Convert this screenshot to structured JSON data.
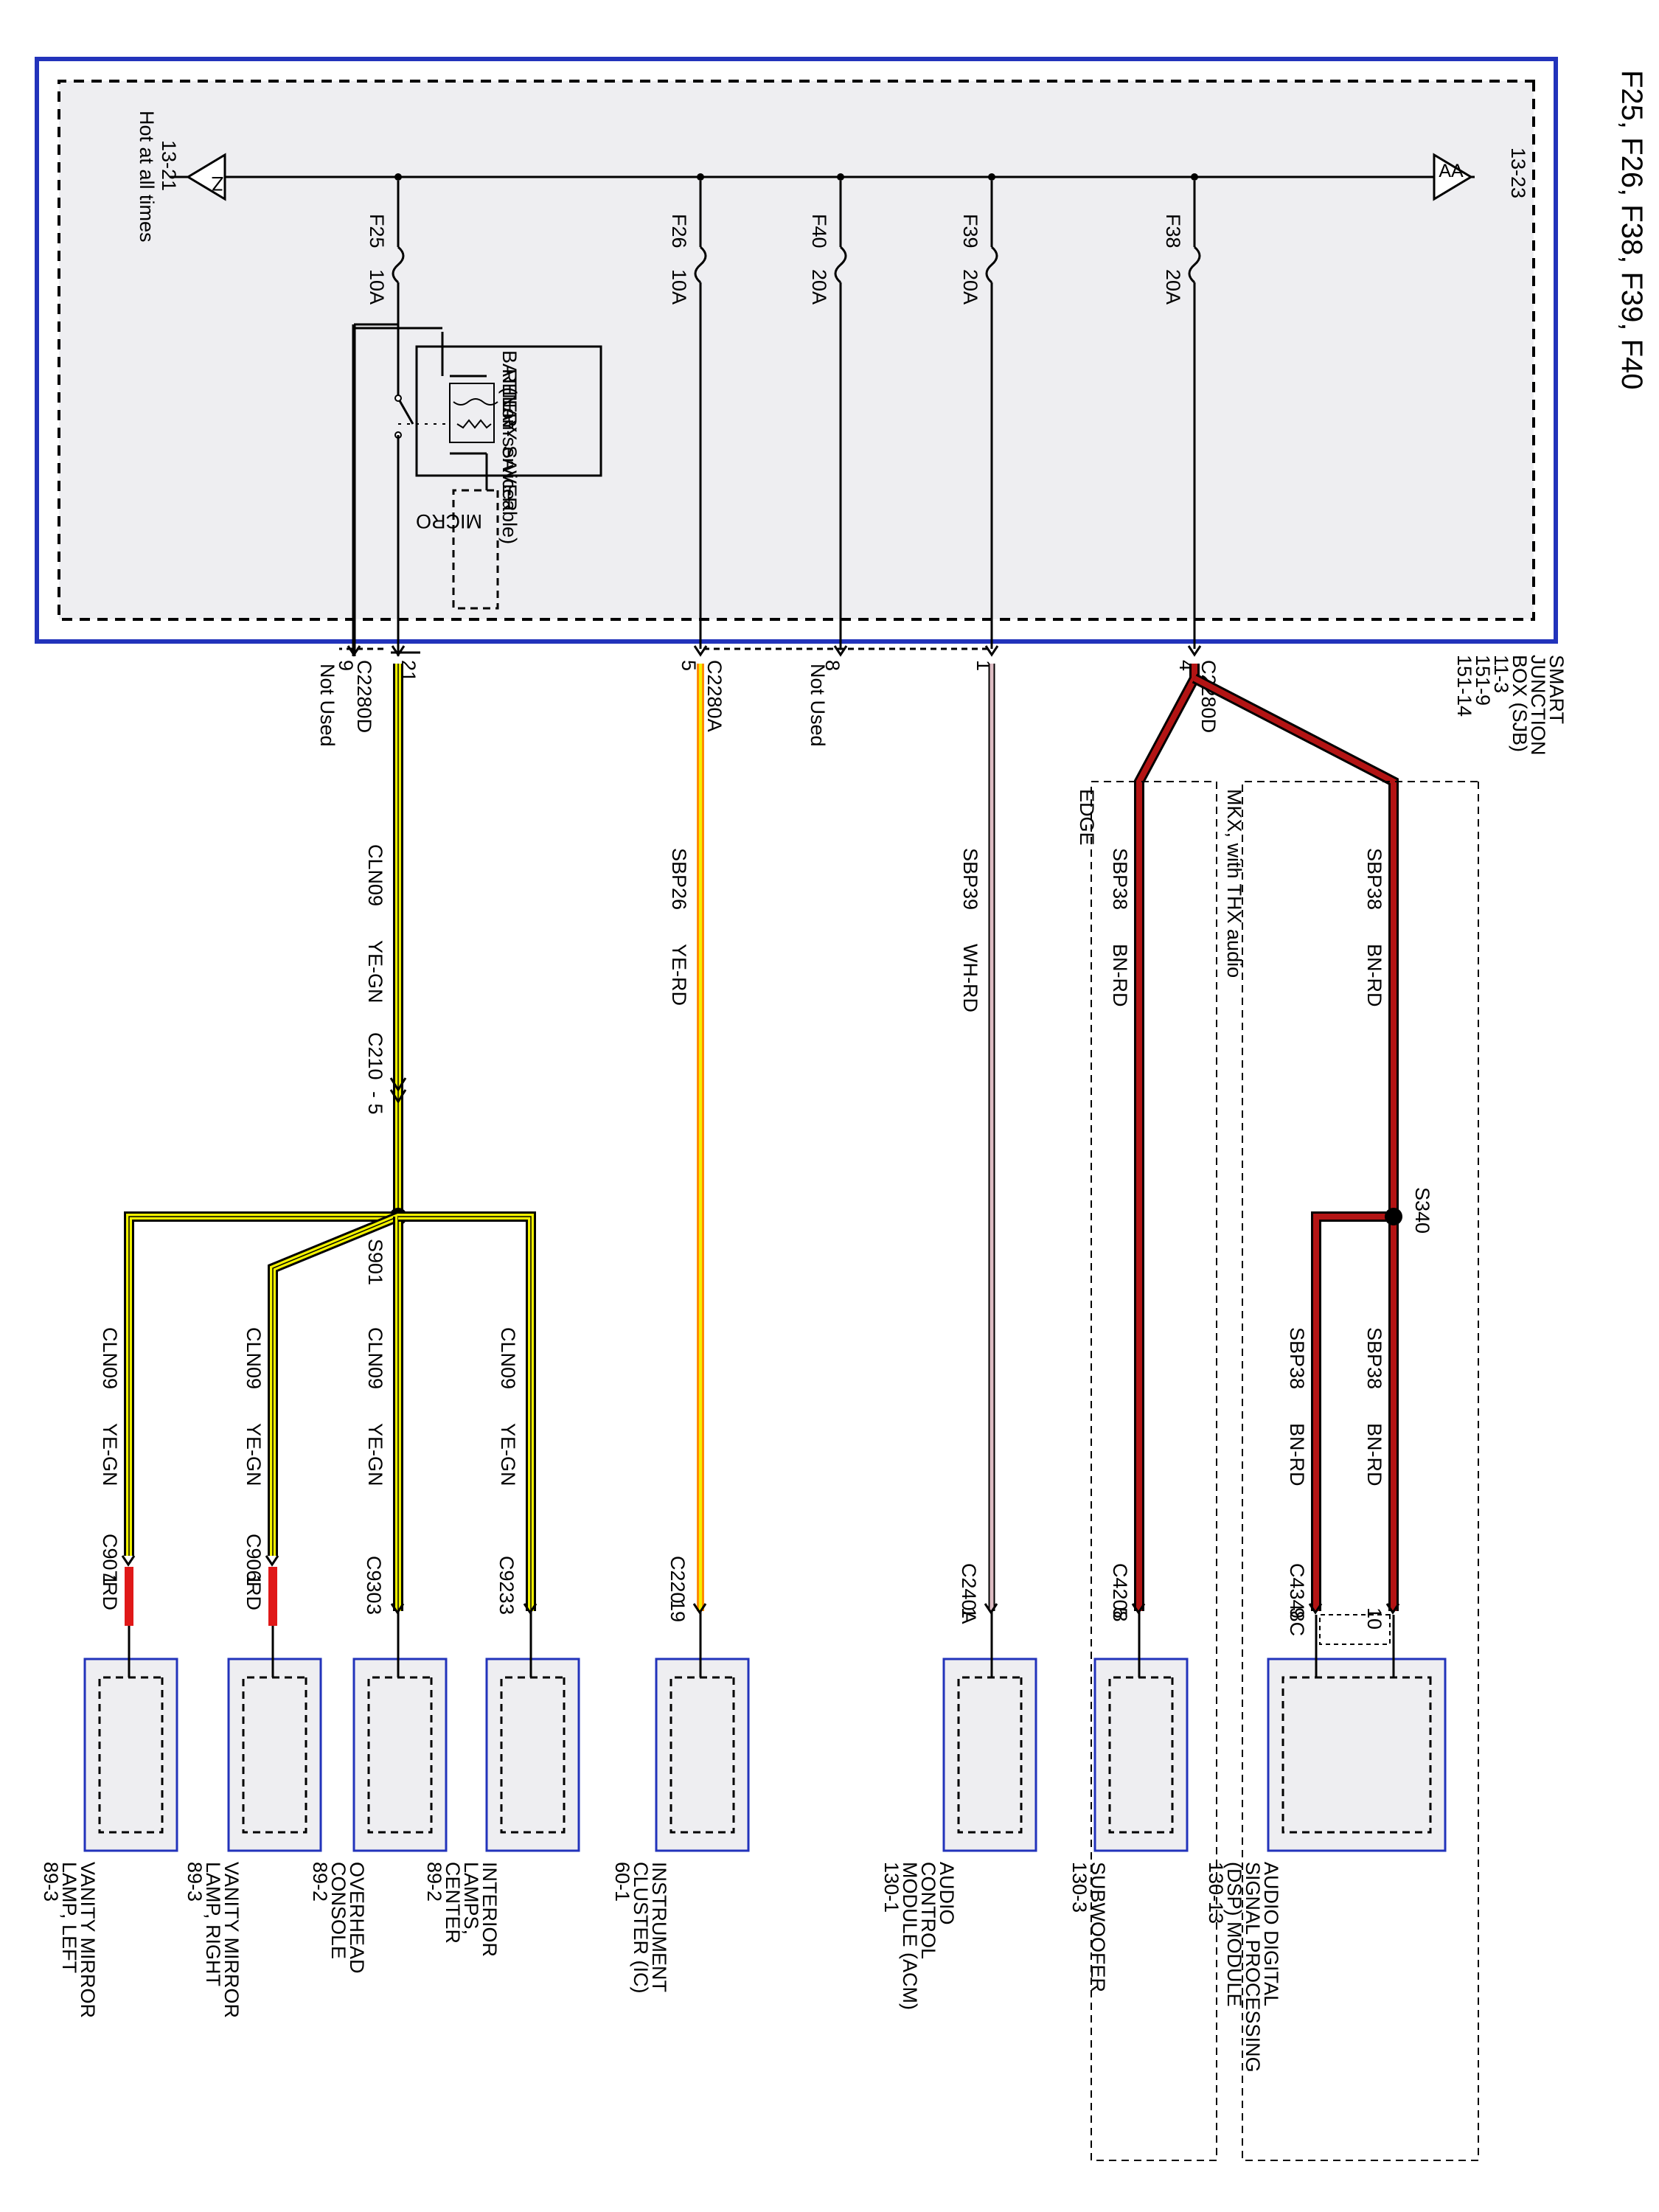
{
  "title": "F25, F26, F38, F39, F40",
  "sjb": {
    "name_lines": [
      "SMART",
      "JUNCTION",
      "BOX (SJB)",
      "11-3",
      "151-9",
      "151-14"
    ],
    "hot_note": "Hot at all times",
    "z_ref_code": "Z",
    "z_ref_page": "13-21",
    "aa_ref_code": "AA",
    "aa_ref_page": "13-23",
    "relay_lines": [
      "BATTERY SAVER",
      "RELAY",
      "(Non-serviceable)"
    ],
    "micro_label": "MICRO"
  },
  "fuses": [
    {
      "id": "F25",
      "rating": "10A"
    },
    {
      "id": "F26",
      "rating": "10A"
    },
    {
      "id": "F40",
      "rating": "20A"
    },
    {
      "id": "F39",
      "rating": "20A"
    },
    {
      "id": "F38",
      "rating": "20A"
    }
  ],
  "pins": {
    "p21": {
      "pin": "21",
      "connector": "C2280D"
    },
    "p9": {
      "pin": "9",
      "note": "Not Used"
    },
    "p5": {
      "pin": "5",
      "connector": "C2280A"
    },
    "p8": {
      "pin": "8",
      "note": "Not Used"
    },
    "p1": {
      "pin": "1"
    },
    "p4": {
      "pin": "4",
      "connector": "C2280D"
    }
  },
  "wires": {
    "f25_main": {
      "circuit": "CLN09",
      "color": "YE-GN"
    },
    "f26": {
      "circuit": "SBP26",
      "color": "YE-RD"
    },
    "f39": {
      "circuit": "SBP39",
      "color": "WH-RD"
    },
    "f38_edge": {
      "circuit": "SBP38",
      "color": "BN-RD"
    },
    "f38_mkx": {
      "circuit": "SBP38",
      "color": "BN-RD"
    },
    "f38_s340_a": {
      "circuit": "SBP38",
      "color": "BN-RD"
    },
    "f38_s340_b": {
      "circuit": "SBP38",
      "color": "BN-RD"
    },
    "br_left": {
      "circuit": "CLN09",
      "color": "YE-GN"
    },
    "br_right": {
      "circuit": "CLN09",
      "color": "YE-GN"
    },
    "br_overhead": {
      "circuit": "CLN09",
      "color": "YE-GN"
    },
    "br_interior": {
      "circuit": "CLN09",
      "color": "YE-GN"
    },
    "rd_left": {
      "color": "RD"
    },
    "rd_right": {
      "color": "RD"
    }
  },
  "inline_connector": {
    "name": "C210",
    "pin": "- 5"
  },
  "splices": {
    "s901": "S901",
    "s340": "S340"
  },
  "connectors": {
    "c907": {
      "name": "C907",
      "pin": "1"
    },
    "c906": {
      "name": "C906",
      "pin": "1"
    },
    "c930": {
      "name": "C930",
      "pin": "3"
    },
    "c923": {
      "name": "C923",
      "pin": "3"
    },
    "c220": {
      "name": "C220",
      "pin": "19"
    },
    "c240a": {
      "name": "C240A",
      "pin": "1"
    },
    "c4208": {
      "name": "C4208",
      "pin": "5"
    },
    "c4348c": {
      "name": "C4348C",
      "pin_a": "9",
      "pin_b": "10"
    }
  },
  "components": {
    "vanity_left": [
      "VANITY MIRROR",
      "LAMP, LEFT",
      "89-3"
    ],
    "vanity_right": [
      "VANITY MIRROR",
      "LAMP, RIGHT",
      "89-3"
    ],
    "overhead": [
      "OVERHEAD",
      "CONSOLE",
      "89-2"
    ],
    "interior": [
      "INTERIOR",
      "LAMPS,",
      "CENTER",
      "89-2"
    ],
    "cluster": [
      "INSTRUMENT",
      "CLUSTER (IC)",
      "60-1"
    ],
    "acm": [
      "AUDIO",
      "CONTROL",
      "MODULE (ACM)",
      "130-1"
    ],
    "subwoofer": [
      "SUBWOOFER",
      "130-3"
    ],
    "dsp": [
      "AUDIO DIGITAL",
      "SIGNAL PROCESSING",
      "(DSP) MODULE",
      "130-13"
    ]
  },
  "variants": {
    "edge": "EDGE",
    "mkx": "MKX, with THX audio"
  },
  "colors": {
    "frame_blue": "#2233bb",
    "panel_gray": "#eeeef1",
    "wire_yellow": "#f2f200",
    "wire_brown_red": "#b31414",
    "wire_red": "#e01818",
    "wire_orange": "#ff8a00",
    "wire_white_red": "#ddbcc3"
  }
}
